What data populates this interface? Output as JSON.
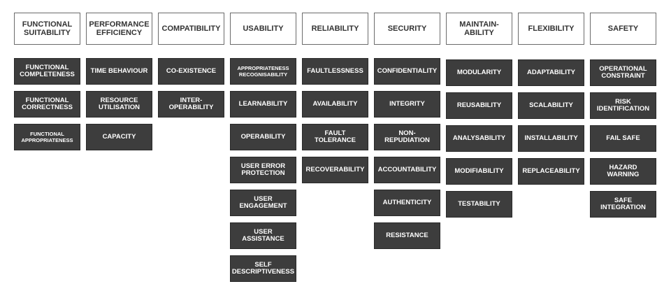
{
  "columns": [
    {
      "title": "FUNCTIONAL\nSUITABILITY",
      "items": [
        "FUNCTIONAL\nCOMPLETENESS",
        "FUNCTIONAL\nCORRECTNESS",
        "FUNCTIONAL\nAPPROPRIATENESS"
      ]
    },
    {
      "title": "PERFORMANCE\nEFFICIENCY",
      "items": [
        "TIME BEHAVIOUR",
        "RESOURCE\nUTILISATION",
        "CAPACITY"
      ]
    },
    {
      "title": "COMPATIBILITY",
      "items": [
        "CO-EXISTENCE",
        "INTER-\nOPERABILITY"
      ]
    },
    {
      "title": "USABILITY",
      "items": [
        "APPROPRIATENESS\nRECOGNISABILITY",
        "LEARNABILITY",
        "OPERABILITY",
        "USER ERROR\nPROTECTION",
        "USER\nENGAGEMENT",
        "USER\nASSISTANCE",
        "SELF\nDESCRIPTIVENESS"
      ]
    },
    {
      "title": "RELIABILITY",
      "items": [
        "FAULTLESSNESS",
        "AVAILABILITY",
        "FAULT\nTOLERANCE",
        "RECOVERABILITY"
      ]
    },
    {
      "title": "SECURITY",
      "items": [
        "CONFIDENTIALITY",
        "INTEGRITY",
        "NON-REPUDIATION",
        "ACCOUNTABILITY",
        "AUTHENTICITY",
        "RESISTANCE"
      ]
    },
    {
      "title": "MAINTAIN-\nABILITY",
      "items": [
        "MODULARITY",
        "REUSABILITY",
        "ANALYSABILITY",
        "MODIFIABILITY",
        "TESTABILITY"
      ]
    },
    {
      "title": "FLEXIBILITY",
      "items": [
        "ADAPTABILITY",
        "SCALABILITY",
        "INSTALLABILITY",
        "REPLACEABILITY"
      ]
    },
    {
      "title": "SAFETY",
      "items": [
        "OPERATIONAL\nCONSTRAINT",
        "RISK\nIDENTIFICATION",
        "FAIL SAFE",
        "HAZARD\nWARNING",
        "SAFE\nINTEGRATION"
      ]
    }
  ]
}
